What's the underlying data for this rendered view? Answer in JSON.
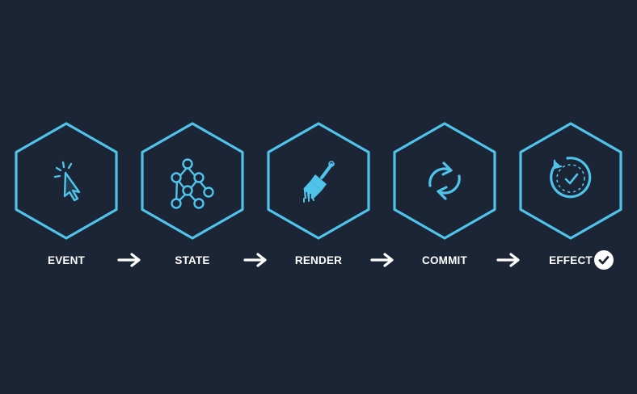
{
  "diagram": {
    "accent_color": "#4fc3ea",
    "background_color": "#1b2536",
    "steps": [
      {
        "label": "EVENT",
        "icon": "cursor-click-icon"
      },
      {
        "label": "STATE",
        "icon": "node-graph-icon"
      },
      {
        "label": "RENDER",
        "icon": "paintbrush-icon"
      },
      {
        "label": "COMMIT",
        "icon": "refresh-icon"
      },
      {
        "label": "EFFECT",
        "icon": "clock-check-icon"
      }
    ],
    "connector_icon": "arrow-right-icon",
    "final_badge_icon": "check-circle-icon"
  }
}
